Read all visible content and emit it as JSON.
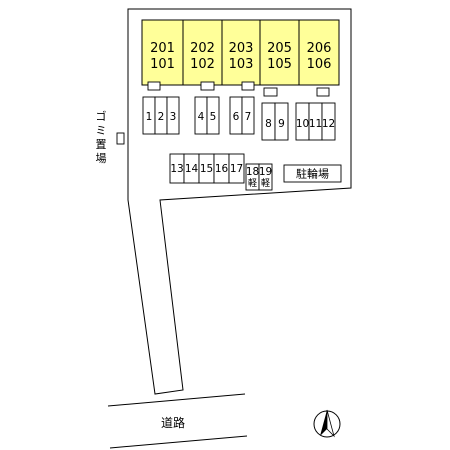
{
  "buildings": [
    {
      "upper": "201",
      "lower": "101"
    },
    {
      "upper": "202",
      "lower": "102"
    },
    {
      "upper": "203",
      "lower": "103"
    },
    {
      "upper": "205",
      "lower": "105"
    },
    {
      "upper": "206",
      "lower": "106"
    }
  ],
  "parking_top": [
    "1",
    "2",
    "3",
    "4",
    "5",
    "6",
    "7",
    "8",
    "9",
    "10",
    "11",
    "12"
  ],
  "parking_bottom": [
    "13",
    "14",
    "15",
    "16",
    "17"
  ],
  "kei_parking": [
    {
      "number": "18",
      "type": "軽"
    },
    {
      "number": "19",
      "type": "軽"
    }
  ],
  "labels": {
    "garbage": [
      "ゴ",
      "ミ",
      "置",
      "場"
    ],
    "bicycle": "駐輪場",
    "road": "道路",
    "north": "N"
  }
}
